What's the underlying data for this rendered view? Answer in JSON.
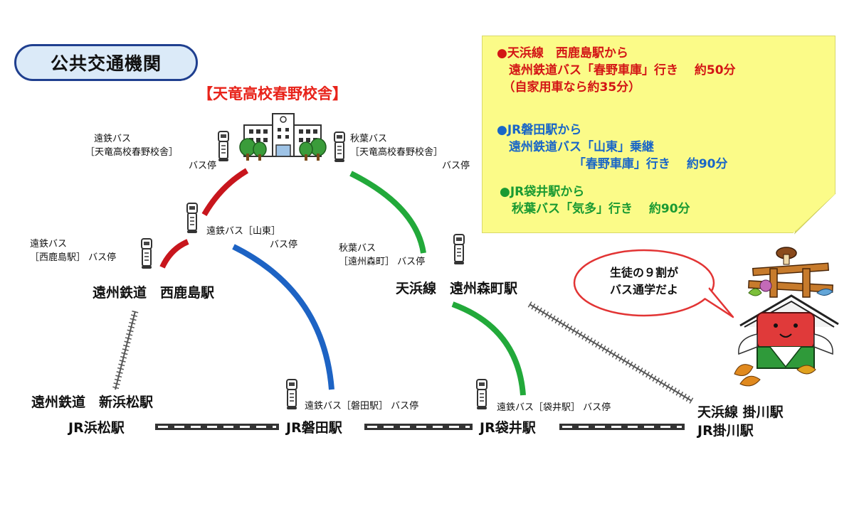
{
  "header": {
    "title": "公共交通機関"
  },
  "school": {
    "title": "【天竜高校春野校舎】"
  },
  "bus_stops": {
    "entetsu_school": [
      "遠鉄バス",
      "［天竜高校春野校舎］",
      "バス停"
    ],
    "akiba_school": [
      "秋葉バス",
      "［天竜高校春野校舎］",
      "バス停"
    ],
    "entetsu_santo": [
      "遠鉄バス［山東］",
      "バス停"
    ],
    "entetsu_nishikajima": [
      "遠鉄バス",
      "［西鹿島駅］ バス停"
    ],
    "akiba_morimachi": [
      "秋葉バス",
      "［遠州森町］ バス停"
    ],
    "entetsu_iwata": "遠鉄バス［磐田駅］ バス停",
    "entetsu_fukuroi": "遠鉄バス［袋井駅］ バス停"
  },
  "stations": {
    "nishikajima": "遠州鉄道　西鹿島駅",
    "morimachi": "天浜線　遠州森町駅",
    "shinhamamatsu": "遠州鉄道　新浜松駅",
    "hamamatsu": "JR浜松駅",
    "iwata": "JR磐田駅",
    "fukuroi": "JR袋井駅",
    "kakegawa_tenhama": "天浜線 掛川駅",
    "kakegawa_jr": "JR掛川駅"
  },
  "notes": {
    "red": [
      "●天浜線　西鹿島駅から",
      "　遠州鉄道バス「春野車庫」行き　 約50分",
      "　（自家用車なら約35分）"
    ],
    "blue": [
      "●JR磐田駅から",
      "　遠州鉄道バス「山東」乗継",
      "　　　　　　 「春野車庫」行き　 約90分"
    ],
    "green": [
      "●JR袋井駅から",
      "　秋葉バス「気多」行き　 約90分"
    ]
  },
  "speech_bubble": [
    "生徒の９割が",
    "バス通学だよ"
  ],
  "colors": {
    "red_route": "#c8161d",
    "blue_route": "#1d63c4",
    "green_route": "#22a93a",
    "note_bg": "#fbfb88",
    "title_border": "#1f3f8f"
  }
}
